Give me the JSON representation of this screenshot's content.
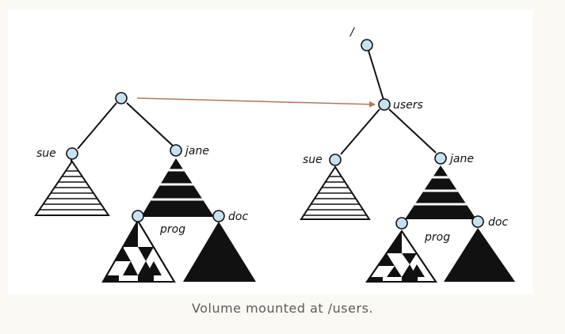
{
  "caption": "Volume mounted at /users.",
  "colors": {
    "page_background": "#fcf8f3",
    "panel_background": "#ffffff",
    "node_fill": "#c6e2f2",
    "mount_arrow": "#b07a55",
    "caption_text": "#5c5c5c"
  },
  "left_tree": {
    "labels": {
      "user_a": "sue",
      "user_b": "jane",
      "sub_a": "prog",
      "sub_b": "doc"
    }
  },
  "right_tree": {
    "labels": {
      "root": "/",
      "mount_point": "users",
      "user_a": "sue",
      "user_b": "jane",
      "sub_a": "prog",
      "sub_b": "doc"
    }
  }
}
